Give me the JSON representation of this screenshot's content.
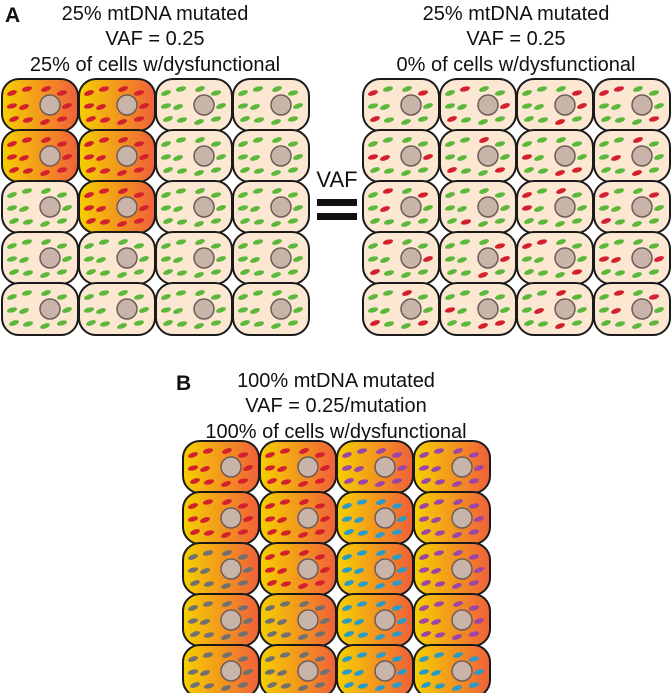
{
  "panel_a": {
    "letter": "A",
    "left": {
      "line1": "25% mtDNA mutated",
      "line2": "VAF = 0.25",
      "line3": "25% of cells w/dysfunctional",
      "cells": [
        [
          "dys-red",
          "dys-red",
          "healthy",
          "healthy"
        ],
        [
          "dys-red",
          "dys-red",
          "healthy",
          "healthy"
        ],
        [
          "healthy",
          "dys-red",
          "healthy",
          "healthy"
        ],
        [
          "healthy",
          "healthy",
          "healthy",
          "healthy"
        ],
        [
          "healthy",
          "healthy",
          "healthy",
          "healthy"
        ]
      ]
    },
    "center": {
      "label": "VAF"
    },
    "right": {
      "line1": "25% mtDNA mutated",
      "line2": "VAF = 0.25",
      "line3": "0% of cells w/dysfunctional",
      "cells": [
        [
          "mixed",
          "mixed",
          "mixed",
          "mixed"
        ],
        [
          "mixed",
          "mixed",
          "mixed",
          "mixed"
        ],
        [
          "mixed",
          "mixed",
          "mixed",
          "mixed"
        ],
        [
          "mixed",
          "mixed",
          "mixed",
          "mixed"
        ],
        [
          "mixed",
          "mixed",
          "mixed",
          "mixed"
        ]
      ]
    }
  },
  "panel_b": {
    "letter": "B",
    "line1": "100% mtDNA mutated",
    "line2": "VAF = 0.25/mutation",
    "line3": "100% of cells w/dysfunctional",
    "cells": [
      [
        "dys-red",
        "dys-red",
        "dys-purple",
        "dys-purple"
      ],
      [
        "dys-red",
        "dys-red",
        "dys-blue",
        "dys-purple"
      ],
      [
        "dys-gray",
        "dys-red",
        "dys-blue",
        "dys-purple"
      ],
      [
        "dys-gray",
        "dys-gray",
        "dys-blue",
        "dys-purple"
      ],
      [
        "dys-gray",
        "dys-gray",
        "dys-blue",
        "dys-blue"
      ]
    ]
  },
  "colors": {
    "healthy_fill": "#fbe7d2",
    "dys_gradient_left": "#f5d000",
    "dys_gradient_right": "#f0603a",
    "nucleus": "#c9b4aa",
    "mito_green": "#5cb83a",
    "mito_red": "#d3202e",
    "mito_purple": "#9b45a6",
    "mito_blue": "#2a9bc6",
    "mito_gray": "#707070",
    "outline": "#1a1a1a"
  }
}
